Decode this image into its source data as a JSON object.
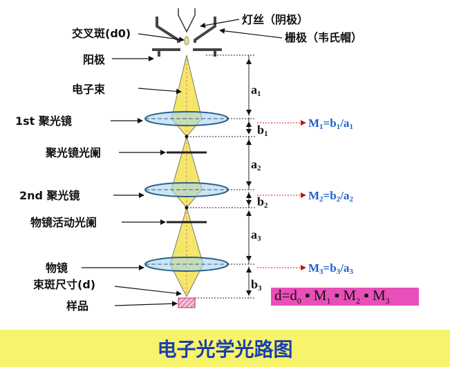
{
  "labels": {
    "filament": "灯丝（阴极）",
    "crossover": "交叉斑(d0)",
    "grid": "栅极（韦氏帽）",
    "anode": "阳极",
    "beam": "电子束",
    "lens1": "1st 聚光镜",
    "aperture1": "聚光镜光阑",
    "lens2": "2nd 聚光镜",
    "aperture2": "物镜活动光阑",
    "objective": "物镜",
    "spot": "束斑尺寸(d)",
    "sample": "样品"
  },
  "distances": {
    "a1": {
      "base": "a",
      "sub": "1"
    },
    "b1": {
      "base": "b",
      "sub": "1"
    },
    "a2": {
      "base": "a",
      "sub": "2"
    },
    "b2": {
      "base": "b",
      "sub": "2"
    },
    "a3": {
      "base": "a",
      "sub": "3"
    },
    "b3": {
      "base": "b",
      "sub": "3"
    }
  },
  "equations": {
    "m1": {
      "p1": "M",
      "s1": "1",
      "p2": "=b",
      "s2": "1",
      "p3": "/a",
      "s3": "1"
    },
    "m2": {
      "p1": "M",
      "s1": "2",
      "p2": "=b",
      "s2": "2",
      "p3": "/a",
      "s3": "2"
    },
    "m3": {
      "p1": "M",
      "s1": "3",
      "p2": "=b",
      "s2": "3",
      "p3": "/a",
      "s3": "3"
    }
  },
  "formula": {
    "p1": "d=d",
    "s1": "0",
    "p2": "▪ M",
    "s2": "1",
    "p3": "▪ M",
    "s3": "2",
    "p4": "▪ M",
    "s4": "3"
  },
  "footer": {
    "title": "电子光学光路图"
  },
  "colors": {
    "beam": "#f5e66a",
    "lens": "#a9d3ec",
    "equation": "#1f5fd0",
    "formula_bg": "#e84fb8",
    "footer_bg": "#f7f36a",
    "footer_text": "#1a3fb0"
  }
}
